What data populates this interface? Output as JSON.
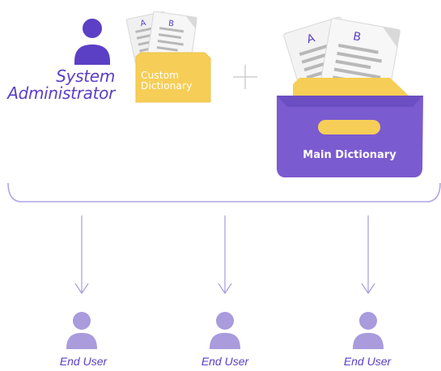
{
  "labels": {
    "system_administrator_line1": "System",
    "system_administrator_line2": "Administrator",
    "custom_dictionary_line1": "Custom",
    "custom_dictionary_line2": "Dictionary",
    "main_dictionary": "Main Dictionary",
    "end_user_1": "End User",
    "end_user_2": "End User",
    "end_user_3": "End User"
  },
  "document_letters": {
    "left": "A",
    "right": "B"
  },
  "colors": {
    "primary_purple": "#5b3fc5",
    "light_purple": "#a99bdc",
    "folder_yellow": "#f6ce57",
    "box_purple": "#7b5bd0",
    "paper_gray": "#e9e9e9",
    "line_purple": "#b0a5e4"
  },
  "icons": {
    "admin": "person-icon",
    "custom_dictionary": "folder-icon",
    "main_dictionary": "archive-box-icon",
    "end_user": "person-icon"
  }
}
